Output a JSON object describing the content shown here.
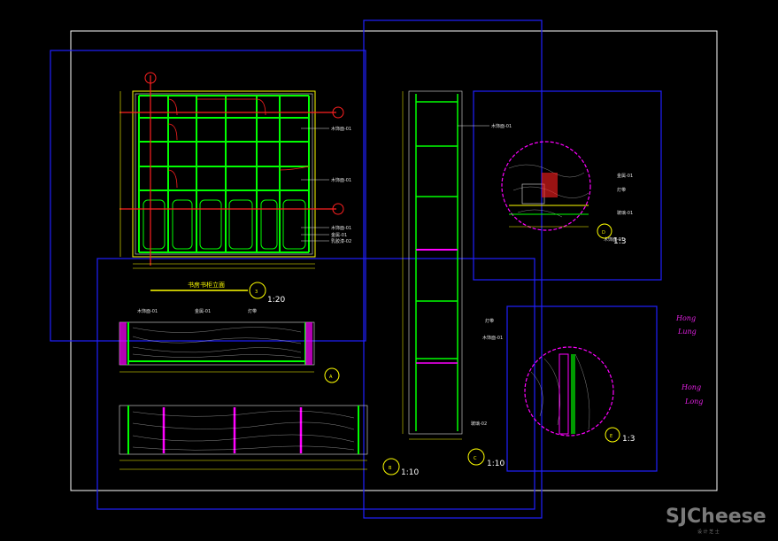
{
  "drawing": {
    "colors": {
      "background": "#000000",
      "frame": "#ffffff",
      "viewport": "#2020ff",
      "cabinet": "#00ff00",
      "dimension": "#ffff00",
      "section_marker": "#ff2020",
      "accent": "#ff00ff",
      "text": "#e0e0e0"
    },
    "elevation_title": "书房书柜立面",
    "scale_labels": {
      "elevation": "1:20",
      "plan_detail": "1:10",
      "side_section": "1:10",
      "detail_upper": "1:3",
      "detail_lower": "1:3"
    },
    "callouts": {
      "elevation": "3",
      "plan_detail": "B",
      "side_section": "C",
      "detail_upper": "D",
      "detail_lower": "E",
      "section_mark": "A"
    },
    "annotations": {
      "right_side_1": "木饰面-01",
      "right_side_2": "木饰面-01",
      "right_side_3": "木饰面-01",
      "right_side_4": "金属-01",
      "right_side_5": "乳胶漆-02",
      "section_1": "木饰面-01",
      "section_2": "灯带",
      "section_3": "木饰面-01",
      "section_4": "玻璃-02",
      "detail_1": "金属-01",
      "detail_2": "灯带",
      "detail_3": "玻璃-01",
      "detail_4": "木饰面-01",
      "plan_1": "木饰面-01",
      "plan_2": "金属-01",
      "plan_3": "灯带"
    },
    "signature_text": [
      "Hong",
      "Lung",
      "Hong",
      "Long"
    ],
    "watermark": {
      "brand": "SJCheese",
      "sub": "设 计 芝 士"
    }
  }
}
